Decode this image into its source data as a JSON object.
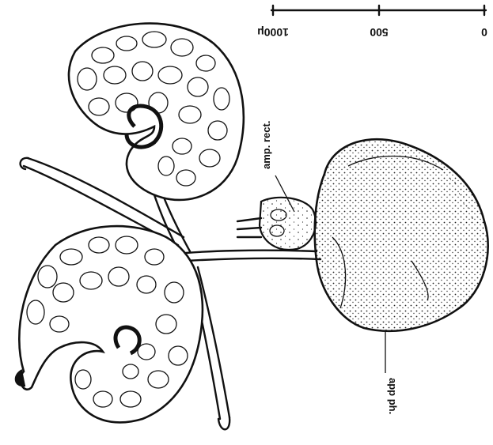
{
  "figure": {
    "labels": {
      "amp_rect": "amp. rect.",
      "app_ph": "app ph."
    },
    "scale_bar": {
      "ticks": [
        "0",
        "500",
        "1000μ"
      ]
    }
  }
}
